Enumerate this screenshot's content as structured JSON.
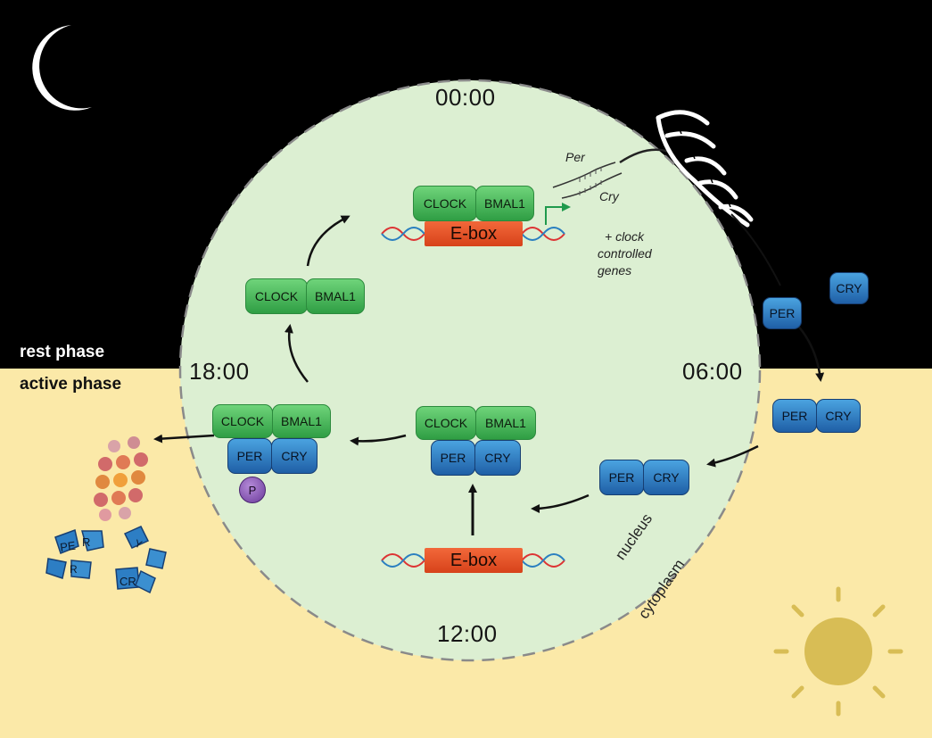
{
  "times": {
    "t0000": "00:00",
    "t0600": "06:00",
    "t1200": "12:00",
    "t1800": "18:00"
  },
  "phases": {
    "rest": "rest phase",
    "active": "active phase"
  },
  "proteins": {
    "clock": "CLOCK",
    "bmal1": "BMAL1",
    "per": "PER",
    "cry": "CRY",
    "phospho": "P"
  },
  "dna": {
    "ebox": "E-box"
  },
  "transcripts": {
    "per": "Per",
    "cry": "Cry",
    "extra_line1": "+ clock",
    "extra_line2": "controlled",
    "extra_line3": "genes"
  },
  "compartments": {
    "nucleus": "nucleus",
    "cytoplasm": "cytoplasm"
  },
  "colors": {
    "night": "#000000",
    "day": "#fbe9a8",
    "nucleus_fill": "#dcefd2",
    "clock_green": "#3cb34f",
    "per_blue": "#2d7ec4",
    "ebox_orange": "#e8552a",
    "sun": "#d8bd55"
  },
  "icons": {
    "moon": "moon-icon",
    "sun": "sun-icon",
    "ribosome": "ribosome-icon",
    "proteasome": "proteasome-icon"
  }
}
